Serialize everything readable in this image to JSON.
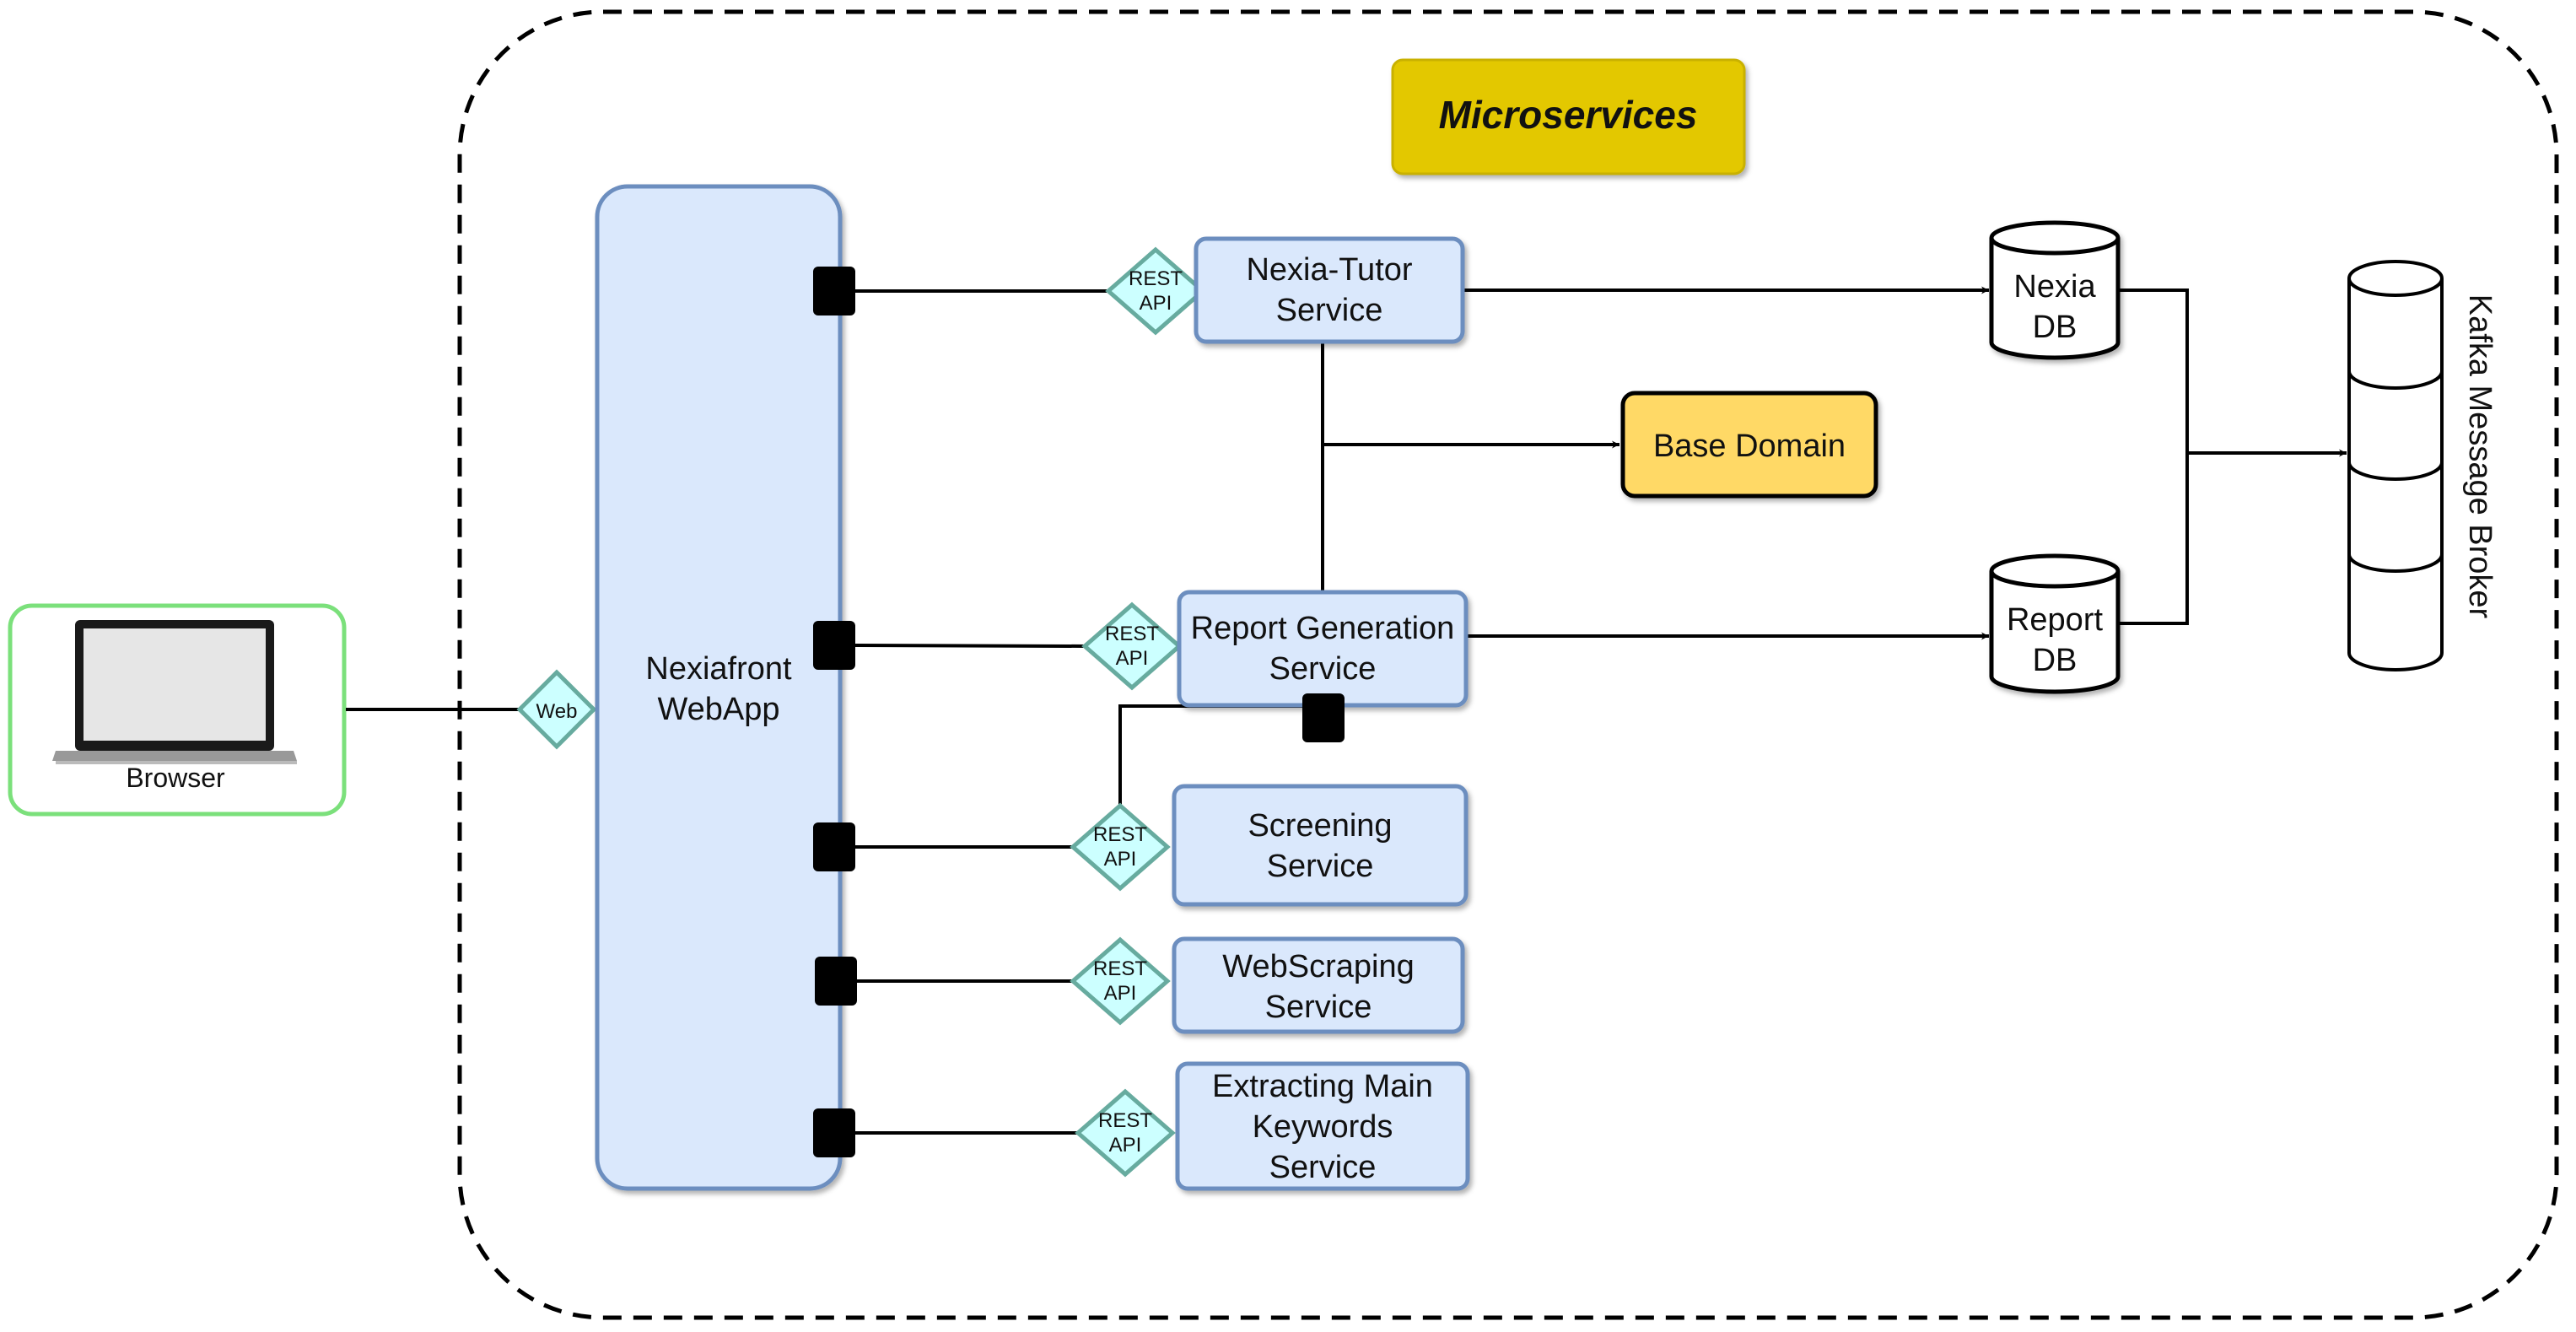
{
  "browser": {
    "label": "Browser"
  },
  "group": {
    "title": "Microservices"
  },
  "webapp": {
    "line1": "Nexiafront",
    "line2": "WebApp"
  },
  "connectors": {
    "web": "Web",
    "rest_line1": "REST",
    "rest_line2": "API"
  },
  "services": [
    {
      "line1": "Nexia-Tutor",
      "line2": "Service",
      "line3": ""
    },
    {
      "line1": "Report Generation",
      "line2": "Service",
      "line3": ""
    },
    {
      "line1": "Screening",
      "line2": "Service",
      "line3": ""
    },
    {
      "line1": "WebScraping",
      "line2": "Service",
      "line3": ""
    },
    {
      "line1": "Extracting Main",
      "line2": "Keywords",
      "line3": "Service"
    }
  ],
  "base_domain": {
    "label": "Base Domain"
  },
  "databases": [
    {
      "line1": "Nexia",
      "line2": "DB"
    },
    {
      "line1": "Report",
      "line2": "DB"
    }
  ],
  "broker": {
    "label": "Kafka Message Broker"
  },
  "colors": {
    "group_title_fill": "#e3c800",
    "webapp_fill": "#dae8fc",
    "webapp_stroke": "#6c8ebf",
    "service_fill": "#dae8fc",
    "service_stroke": "#6c8ebf",
    "connector_fill": "#ccffff",
    "connector_stroke": "#67ab9f",
    "base_domain_fill": "#ffd966",
    "browser_stroke": "#7be07b",
    "port_fill": "#000000"
  }
}
